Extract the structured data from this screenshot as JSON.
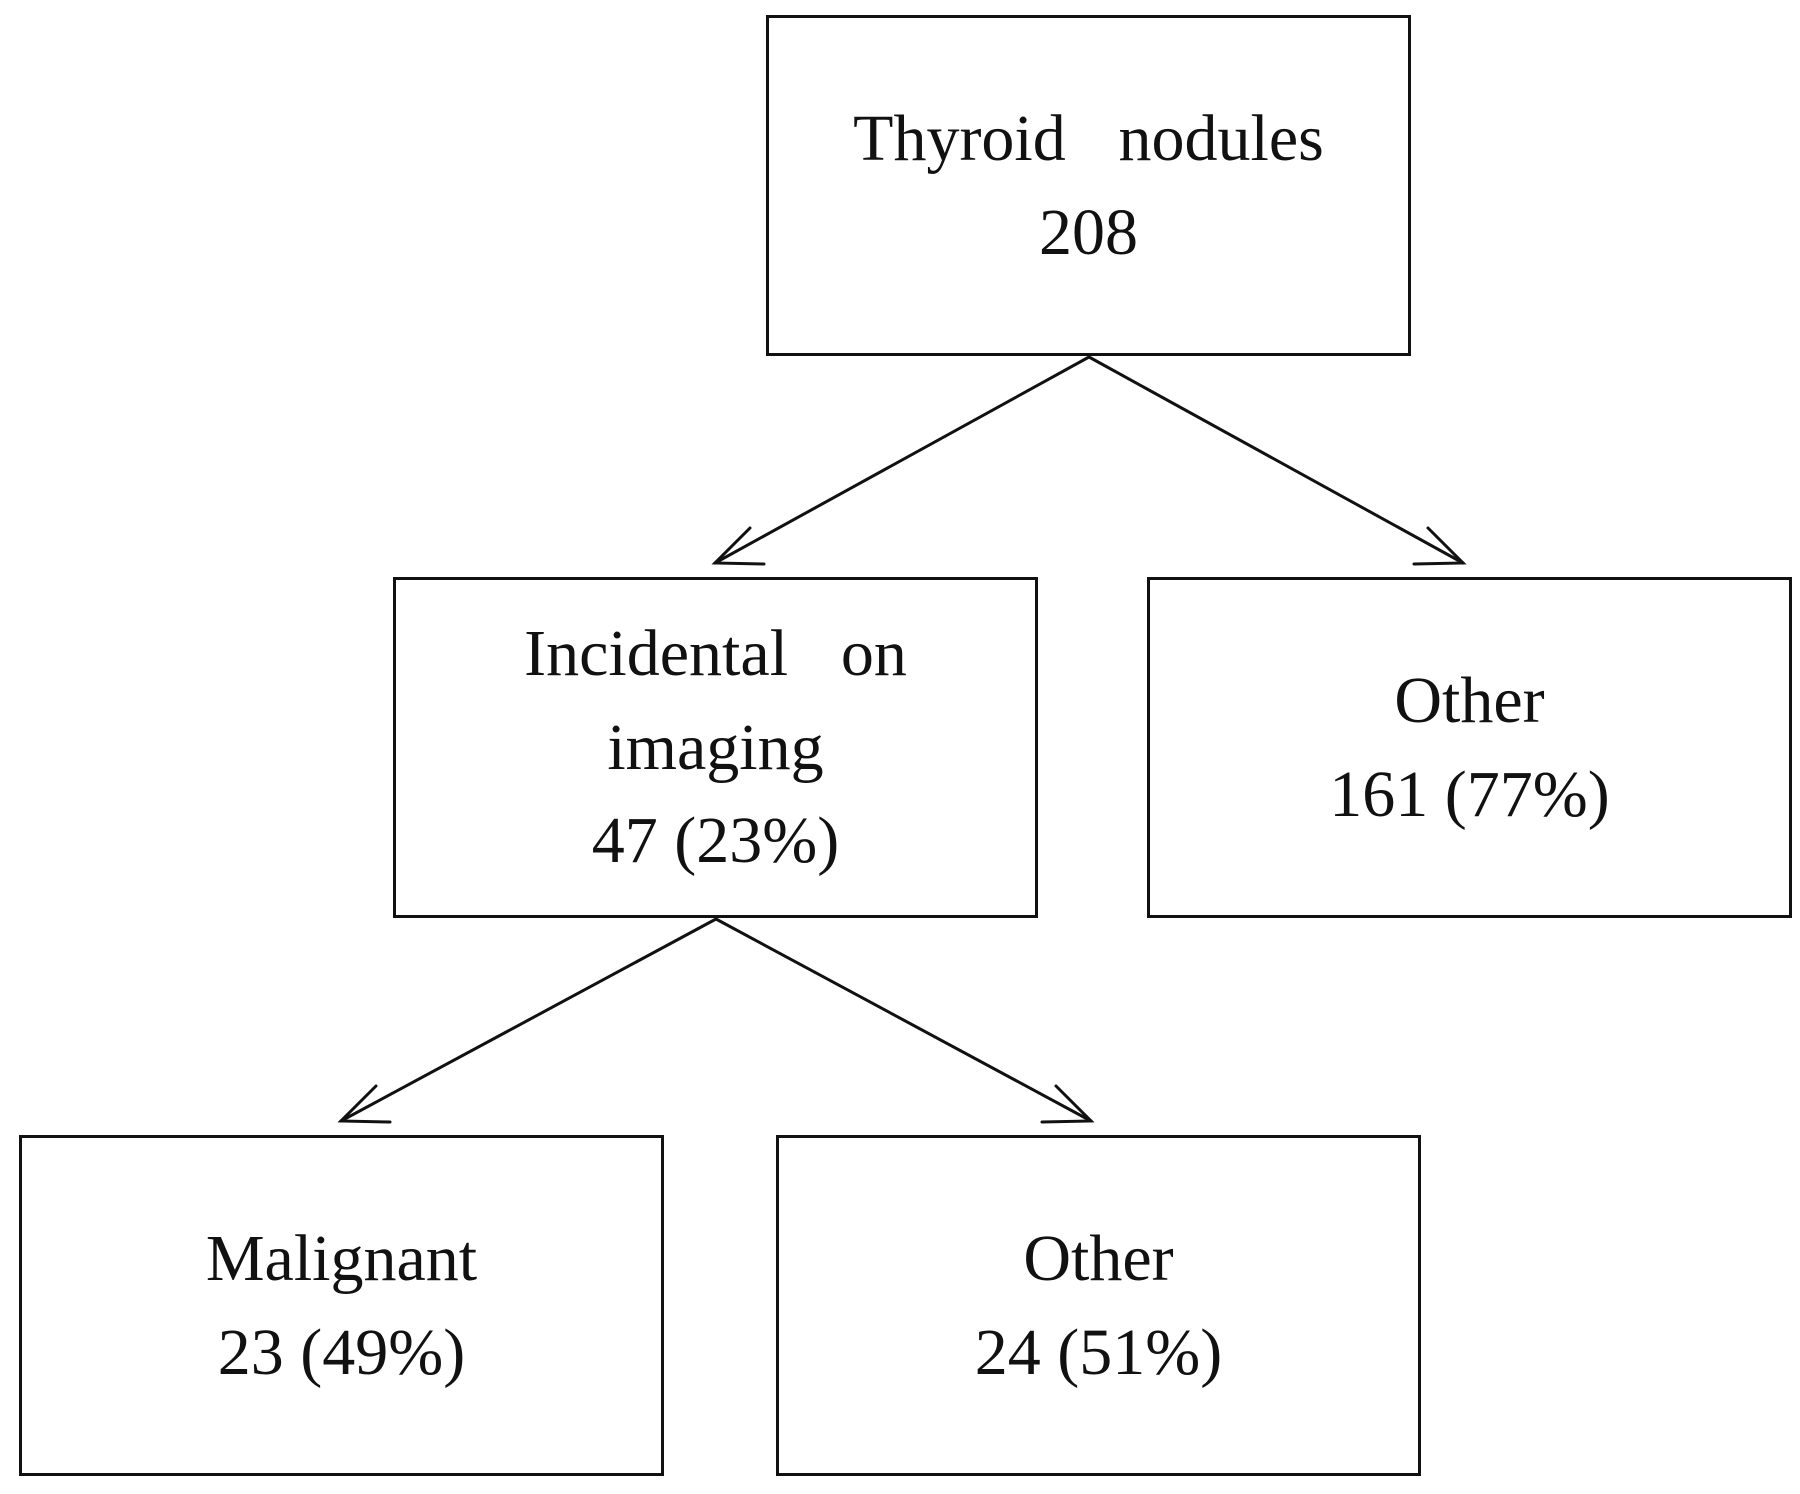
{
  "diagram": {
    "nodes": {
      "root": {
        "label": "Thyroid nodules",
        "count": "208"
      },
      "incidental": {
        "label_line1": "Incidental on",
        "label_line2": "imaging",
        "count": "47 (23%)"
      },
      "other_1": {
        "label": "Other",
        "count": "161 (77%)"
      },
      "malignant": {
        "label": "Malignant",
        "count": "23 (49%)"
      },
      "other_2": {
        "label": "Other",
        "count": "24 (51%)"
      }
    },
    "edges": [
      {
        "from": "root",
        "to": "incidental"
      },
      {
        "from": "root",
        "to": "other_1"
      },
      {
        "from": "incidental",
        "to": "malignant"
      },
      {
        "from": "incidental",
        "to": "other_2"
      }
    ],
    "colors": {
      "stroke": "#111111",
      "background": "#ffffff"
    }
  }
}
